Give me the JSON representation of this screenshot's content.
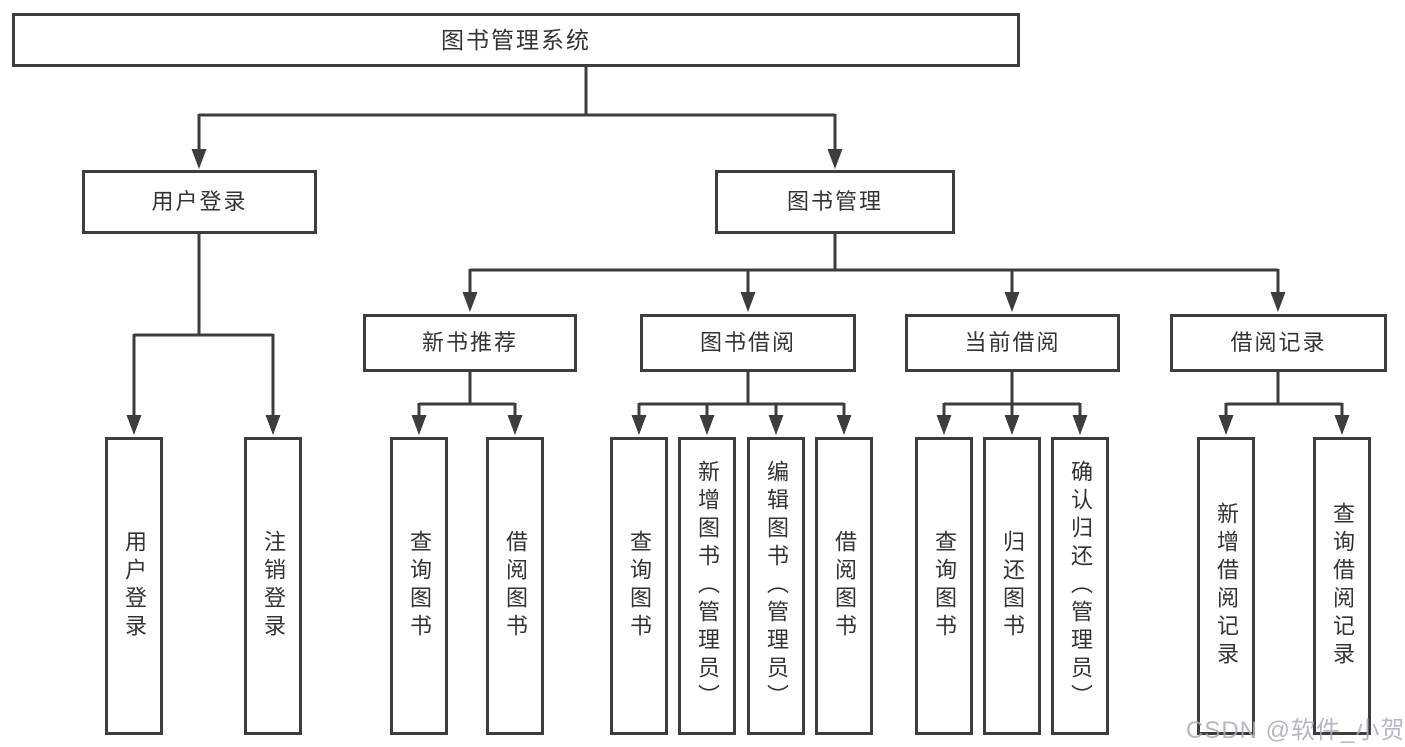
{
  "diagram": {
    "root": {
      "label": "图书管理系统"
    },
    "branches": [
      {
        "label": "用户登录",
        "children": [
          {
            "label": "用户登录"
          },
          {
            "label": "注销登录"
          }
        ]
      },
      {
        "label": "图书管理",
        "children": [
          {
            "label": "新书推荐",
            "children": [
              {
                "label": "查询图书"
              },
              {
                "label": "借阅图书"
              }
            ]
          },
          {
            "label": "图书借阅",
            "children": [
              {
                "label": "查询图书"
              },
              {
                "label": "新增图书（管理员）"
              },
              {
                "label": "编辑图书（管理员）"
              },
              {
                "label": "借阅图书"
              }
            ]
          },
          {
            "label": "当前借阅",
            "children": [
              {
                "label": "查询图书"
              },
              {
                "label": "归还图书"
              },
              {
                "label": "确认归还（管理员）"
              }
            ]
          },
          {
            "label": "借阅记录",
            "children": [
              {
                "label": "新增借阅记录"
              },
              {
                "label": "查询借阅记录"
              }
            ]
          }
        ]
      }
    ]
  },
  "watermark": {
    "text": "CSDN @软件_小贺同学"
  },
  "colors": {
    "line": "#3d3d3d",
    "text": "#333333",
    "background": "#ffffff",
    "watermark": "#a6acb8"
  }
}
